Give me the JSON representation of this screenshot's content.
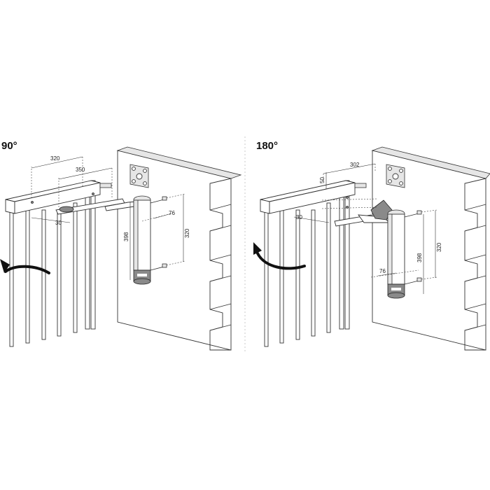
{
  "panels": [
    {
      "angle": "90°",
      "dims": {
        "d320": "320",
        "d350": "350",
        "d30": "30",
        "d398": "398",
        "d320v": "320",
        "d76": "76"
      }
    },
    {
      "angle": "180°",
      "dims": {
        "d302": "302",
        "d50": "50",
        "d30": "30",
        "d398": "398",
        "d320v": "320",
        "d76": "76"
      }
    }
  ],
  "colors": {
    "line": "#333333",
    "shade": "#e6e6e6",
    "dark": "#8a8a8a",
    "divider": "#bbbbbb"
  }
}
